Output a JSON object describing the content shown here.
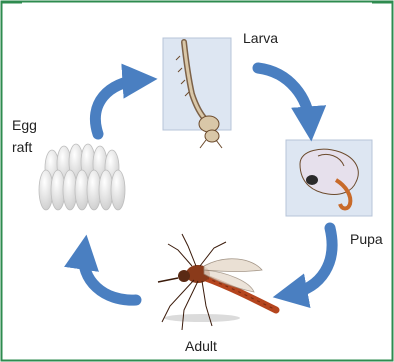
{
  "diagram": {
    "stages": {
      "larva": "Larva",
      "pupa": "Pupa",
      "adult": "Adult",
      "egg_line1": "Egg",
      "egg_line2": "raft"
    },
    "colors": {
      "border": "#2e8b4f",
      "arrow": "#4a7fc1",
      "paper": "#dde6f2",
      "paper_edge": "#b7c4d8",
      "pencil": "#6b4a2c",
      "egg": "#eeeeee",
      "mosquito": "#b5451e"
    },
    "icons": [
      "larva-image",
      "pupa-image",
      "adult-mosquito-image",
      "egg-raft-image"
    ]
  }
}
